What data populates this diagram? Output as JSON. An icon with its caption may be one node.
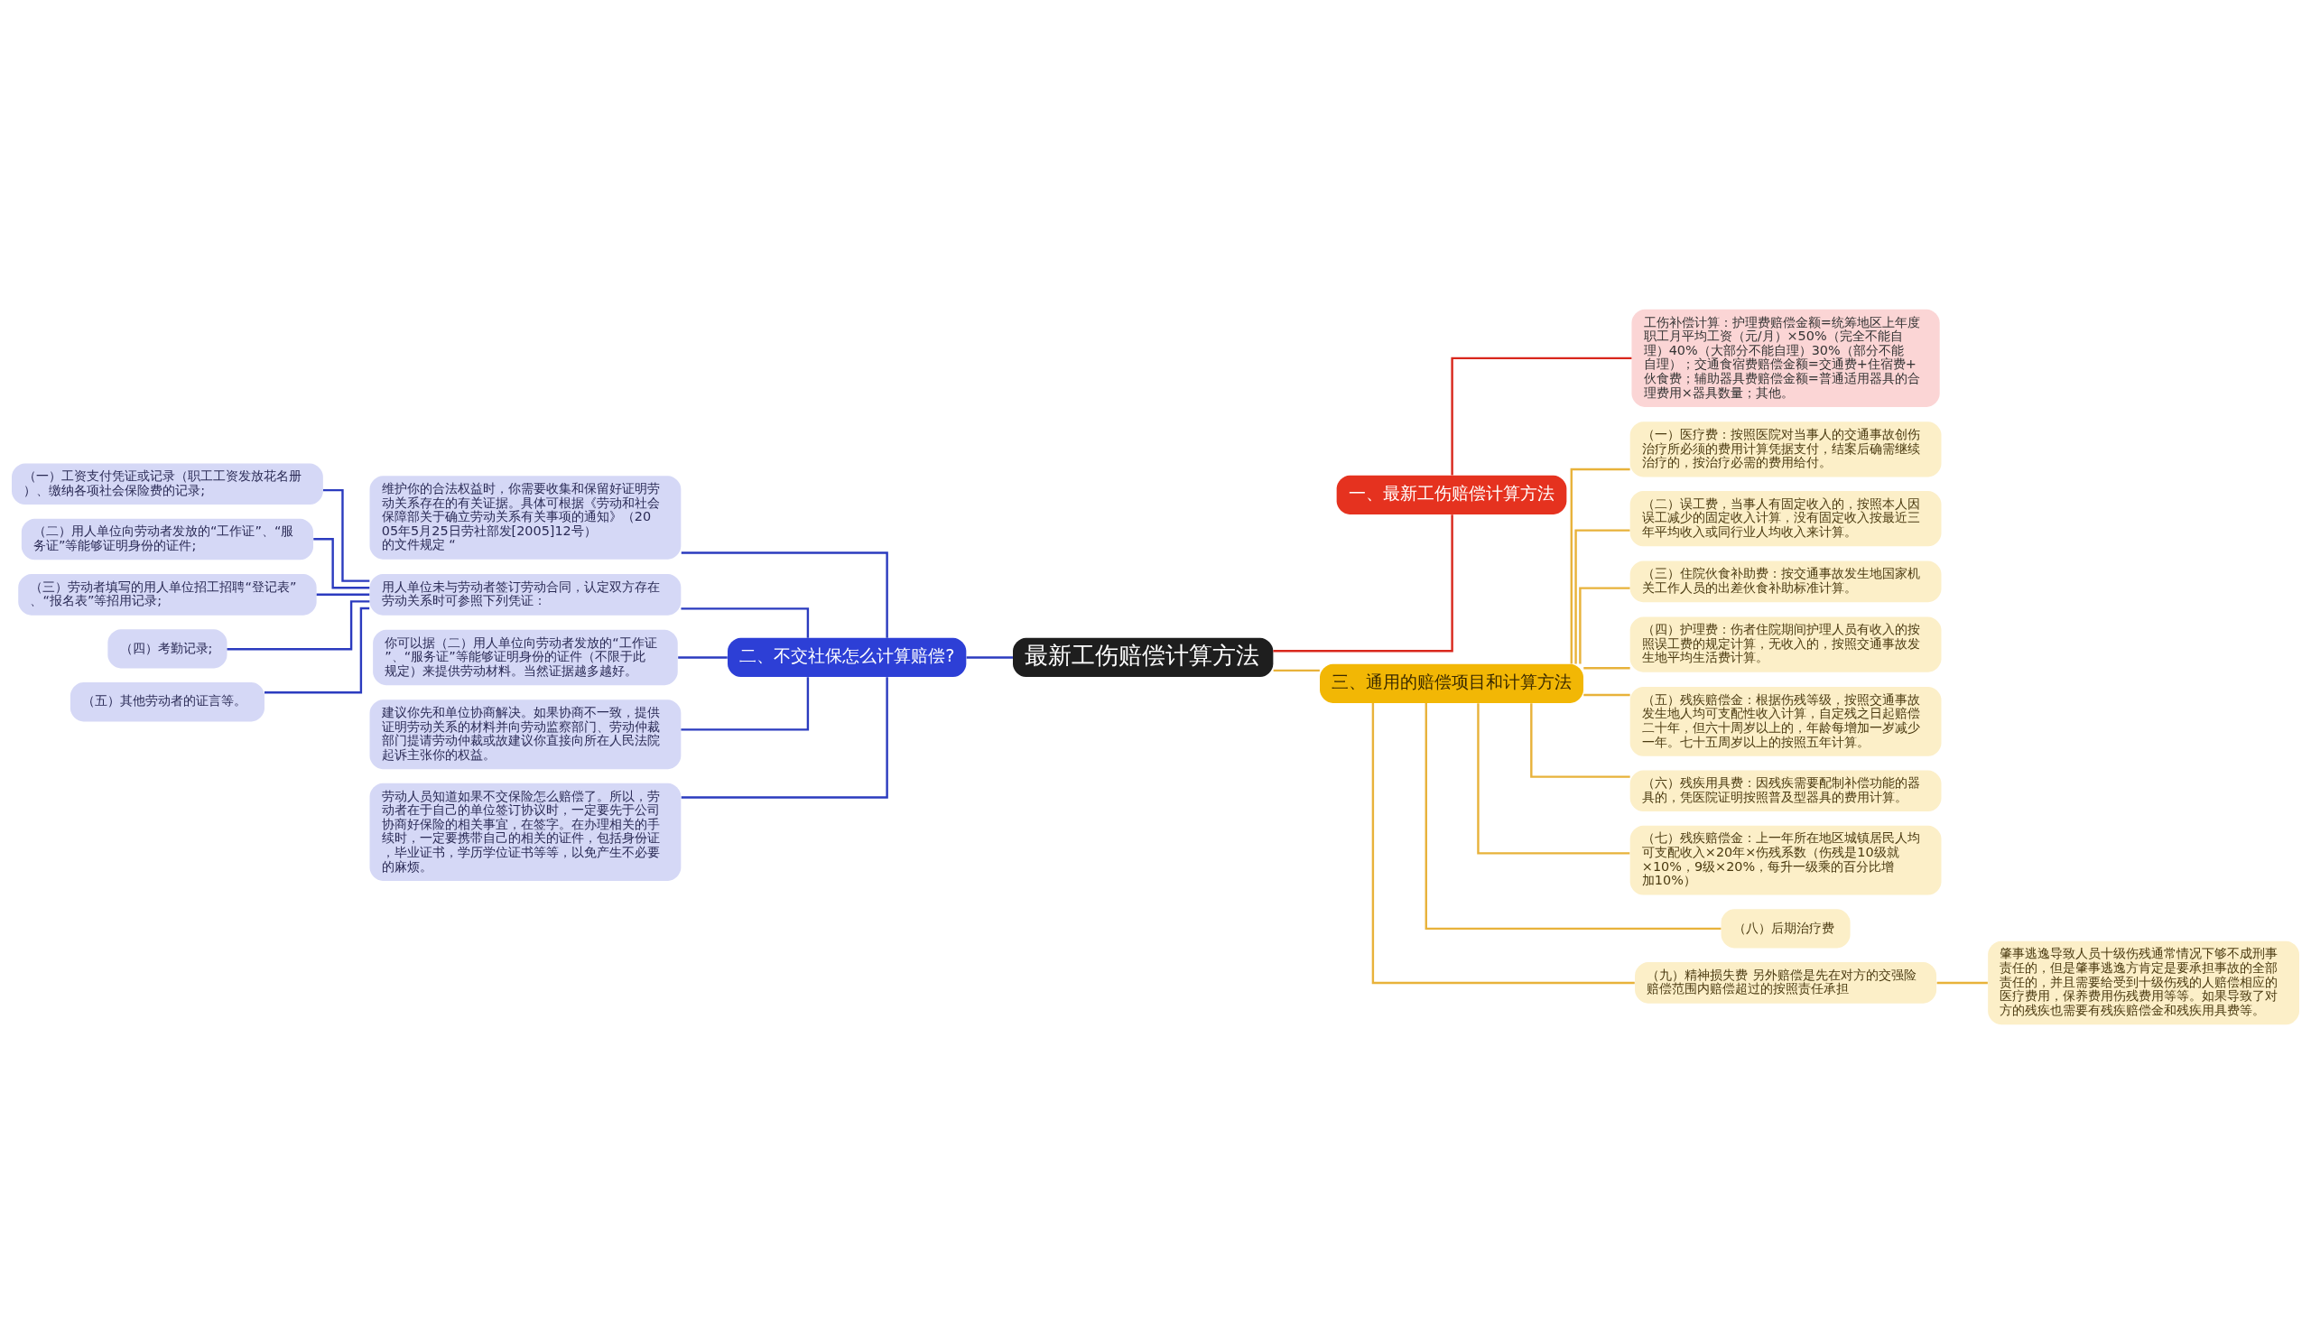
{
  "diagram": {
    "nodes": [
      {
        "text": [
          "最新工伤赔偿计算方法"
        ]
      },
      {
        "text": [
          "一、最新工伤赔偿计算方法"
        ]
      },
      {
        "text": [
          "工伤补偿计算：护理费赔偿金额=统筹地区上年度职工月平均工资（元/月）×50%（完全不能自理）40%（大部分不能自理）30%（部分不能自理）；交通食宿费赔偿金额=交通费+住宿费+伙食费；辅助器具费赔偿金额=普通适用器具的合理费用×器具数量；其他。"
        ]
      },
      {
        "text": [
          "二、不交社保怎么计算赔偿?"
        ]
      },
      {
        "text": [
          "维护你的合法权益时，你需要收集和保留好证明劳动关系存在的有关证据。具体可根据《劳动和社会保障部关于确立劳动关系有关事项的通知》（2005年5月25日劳社部发[2005]12号）的文件规定 “"
        ]
      },
      {
        "text": [
          "用人单位未与劳动者签订劳动合同，认定双方存在劳动关系时可参照下列凭证："
        ]
      },
      {
        "text": [
          "（一）工资支付凭证或记录（职工工资发放花名册）、缴纳各项社会保险费的记录;"
        ]
      },
      {
        "text": [
          "（二）用人单位向劳动者发放的“工作证”、“服务证”等能够证明身份的证件;"
        ]
      },
      {
        "text": [
          "（三）劳动者填写的用人单位招工招聘“登记表”、“报名表”等招用记录;"
        ]
      },
      {
        "text": [
          "（四）考勤记录;"
        ]
      },
      {
        "text": [
          "（五）其他劳动者的证言等。"
        ]
      },
      {
        "text": [
          "你可以据（二）用人单位向劳动者发放的“工作证”、“服务证”等能够证明身份的证件（不限于此规定）来提供劳动材料。当然证据越多越好。"
        ]
      },
      {
        "text": [
          "建议你先和单位协商解决。如果协商不一致，提供证明劳动关系的材料并向劳动监察部门、劳动仲裁部门提请劳动仲裁或故建议你直接向所在人民法院起诉主张你的权益。"
        ]
      },
      {
        "text": [
          "劳动人员知道如果不交保险怎么赔偿了。所以，劳动者在于自己的单位签订协议时，一定要先于公司协商好保险的相关事宜，在签字。在办理相关的手续时，一定要携带自己的相关的证件，包括身份证，毕业证书，学历学位证书等等，以免产生不必要的麻烦。"
        ]
      },
      {
        "text": [
          "三、通用的赔偿项目和计算方法"
        ]
      },
      {
        "text": [
          "（一）医疗费：按照医院对当事人的交通事故创伤治疗所必须的费用计算凭据支付，结案后确需继续治疗的，按治疗必需的费用给付。"
        ]
      },
      {
        "text": [
          "（二）误工费，当事人有固定收入的，按照本人因误工减少的固定收入计算，没有固定收入按最近三年平均收入或同行业人均收入来计算。"
        ]
      },
      {
        "text": [
          "（三）住院伙食补助费：按交通事故发生地国家机关工作人员的出差伙食补助标准计算。"
        ]
      },
      {
        "text": [
          "（四）护理费：伤者住院期间护理人员有收入的按照误工费的规定计算，无收入的，按照交通事故发生地平均生活费计算。"
        ]
      },
      {
        "text": [
          "（五）残疾赔偿金：根据伤残等级，按照交通事故发生地人均可支配性收入计算，自定残之日起赔偿二十年，但六十周岁以上的，年龄每增加一岁减少一年。七十五周岁以上的按照五年计算。"
        ]
      },
      {
        "text": [
          "（六）残疾用具费：因残疾需要配制补偿功能的器具的，凭医院证明按照普及型器具的费用计算。"
        ]
      },
      {
        "text": [
          "（七）残疾赔偿金：上一年所在地区城镇居民人均可支配收入×20年×伤残系数（伤残是10级就×10%，9级×20%，每升一级乘的百分比增加10%）"
        ]
      },
      {
        "text": [
          "（八）后期治疗费"
        ]
      },
      {
        "text": [
          "（九）精神损失费 另外赔偿是先在对方的交强险赔偿范围内赔偿超过的按照责任承担"
        ]
      },
      {
        "text": [
          "肇事逃逸导致人员十级伤残通常情况下够不成刑事责任的，但是肇事逃逸方肯定是要承担事故的全部责任的，并且需要给受到十级伤残的人赔偿相应的医疗费用，保养费用伤残费用等等。如果导致了对方的残疾也需要有残疾赔偿金和残疾用具费等。"
        ]
      }
    ],
    "edges": [
      {
        "from": 0,
        "to": 1,
        "arrow": "none",
        "color": "#d9271c"
      },
      {
        "from": 1,
        "to": 2,
        "arrow": "none",
        "color": "#d9271c"
      },
      {
        "from": 0,
        "to": 3,
        "arrow": "none",
        "color": "#2b3bbf"
      },
      {
        "from": 3,
        "to": 4,
        "arrow": "none",
        "color": "#2b3bbf"
      },
      {
        "from": 3,
        "to": 5,
        "arrow": "none",
        "color": "#2b3bbf"
      },
      {
        "from": 5,
        "to": 6,
        "arrow": "none",
        "color": "#2b3bbf"
      },
      {
        "from": 5,
        "to": 7,
        "arrow": "none",
        "color": "#2b3bbf"
      },
      {
        "from": 5,
        "to": 8,
        "arrow": "none",
        "color": "#2b3bbf"
      },
      {
        "from": 5,
        "to": 9,
        "arrow": "none",
        "color": "#2b3bbf"
      },
      {
        "from": 5,
        "to": 10,
        "arrow": "none",
        "color": "#2b3bbf"
      },
      {
        "from": 3,
        "to": 11,
        "arrow": "none",
        "color": "#2b3bbf"
      },
      {
        "from": 3,
        "to": 12,
        "arrow": "none",
        "color": "#2b3bbf"
      },
      {
        "from": 3,
        "to": 13,
        "arrow": "none",
        "color": "#2b3bbf"
      },
      {
        "from": 0,
        "to": 14,
        "arrow": "none",
        "color": "#e8b23a"
      },
      {
        "from": 14,
        "to": 15,
        "arrow": "none",
        "color": "#e8b23a"
      },
      {
        "from": 14,
        "to": 16,
        "arrow": "none",
        "color": "#e8b23a"
      },
      {
        "from": 14,
        "to": 17,
        "arrow": "none",
        "color": "#e8b23a"
      },
      {
        "from": 14,
        "to": 18,
        "arrow": "none",
        "color": "#e8b23a"
      },
      {
        "from": 14,
        "to": 19,
        "arrow": "none",
        "color": "#e8b23a"
      },
      {
        "from": 14,
        "to": 20,
        "arrow": "none",
        "color": "#e8b23a"
      },
      {
        "from": 14,
        "to": 21,
        "arrow": "none",
        "color": "#e8b23a"
      },
      {
        "from": 14,
        "to": 22,
        "arrow": "none",
        "color": "#e8b23a"
      },
      {
        "from": 14,
        "to": 23,
        "arrow": "none",
        "color": "#e8b23a"
      },
      {
        "from": 23,
        "to": 24,
        "arrow": "none",
        "color": "#e8b23a"
      }
    ]
  }
}
